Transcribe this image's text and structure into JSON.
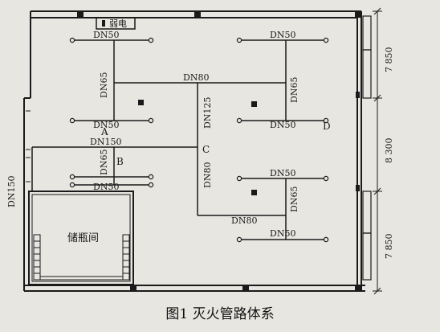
{
  "caption": "图1 灭火管路体系",
  "rooms": {
    "electric_room": "弱电",
    "cylinder_room": "储瓶间"
  },
  "pipe_labels": {
    "top_left": "DN50",
    "top_right": "DN50",
    "upper_left_vertical": "DN65",
    "main_upper": "DN80",
    "upper_right_vertical": "DN65",
    "mid_left_bottom": "DN50",
    "mid_right_bottom": "DN50",
    "main_vertical": "DN125",
    "branch_a": "DN150",
    "mid_left_vertical": "DN65",
    "left_main_vertical": "DN150",
    "lower_left": "DN50",
    "vertical_80": "DN80",
    "lower_right_top": "DN50",
    "lower_right_vertical": "DN65",
    "main_lower": "DN80",
    "lower_right_bottom": "DN50"
  },
  "zone_labels": {
    "a": "A",
    "b": "B",
    "c": "C",
    "d": "D"
  },
  "dimensions": {
    "top": "7 850",
    "middle": "8 300",
    "bottom": "7 850"
  }
}
